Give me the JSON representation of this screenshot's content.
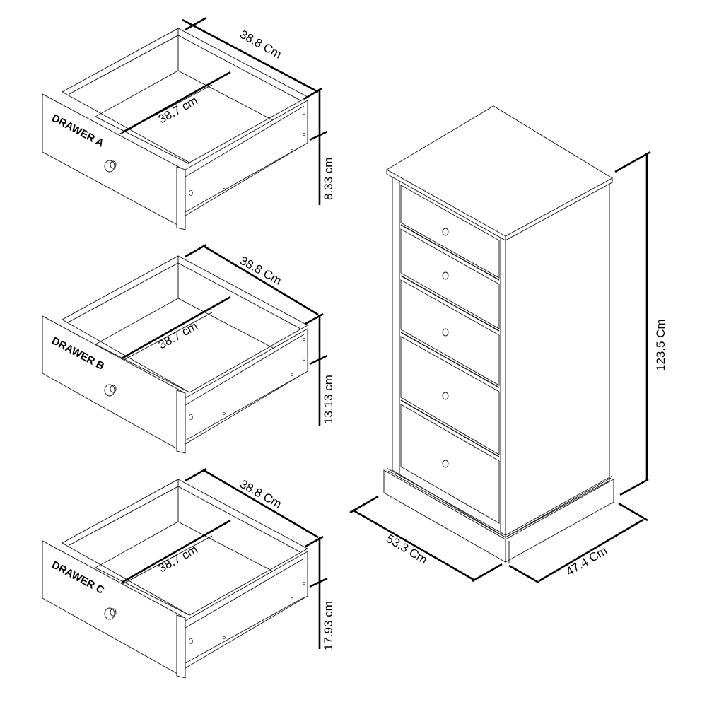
{
  "diagram": {
    "title": "",
    "units": "cm",
    "drawers": [
      {
        "label": "DRAWER A",
        "outer_width": "38.8 Cm",
        "inner_width": "38.7 cm",
        "height": "8.33 cm"
      },
      {
        "label": "DRAWER B",
        "outer_width": "38.8 Cm",
        "inner_width": "38.7 cm",
        "height": "13.13 cm"
      },
      {
        "label": "DRAWER C",
        "outer_width": "38.8 Cm",
        "inner_width": "38.7 cm",
        "height": "17.93 cm"
      }
    ],
    "chest": {
      "drawer_count": 5,
      "height": "123.5 Cm",
      "width": "53.3 Cm",
      "depth": "47.4 Cm"
    },
    "colors": {
      "line": "#222222",
      "background": "#ffffff"
    }
  }
}
